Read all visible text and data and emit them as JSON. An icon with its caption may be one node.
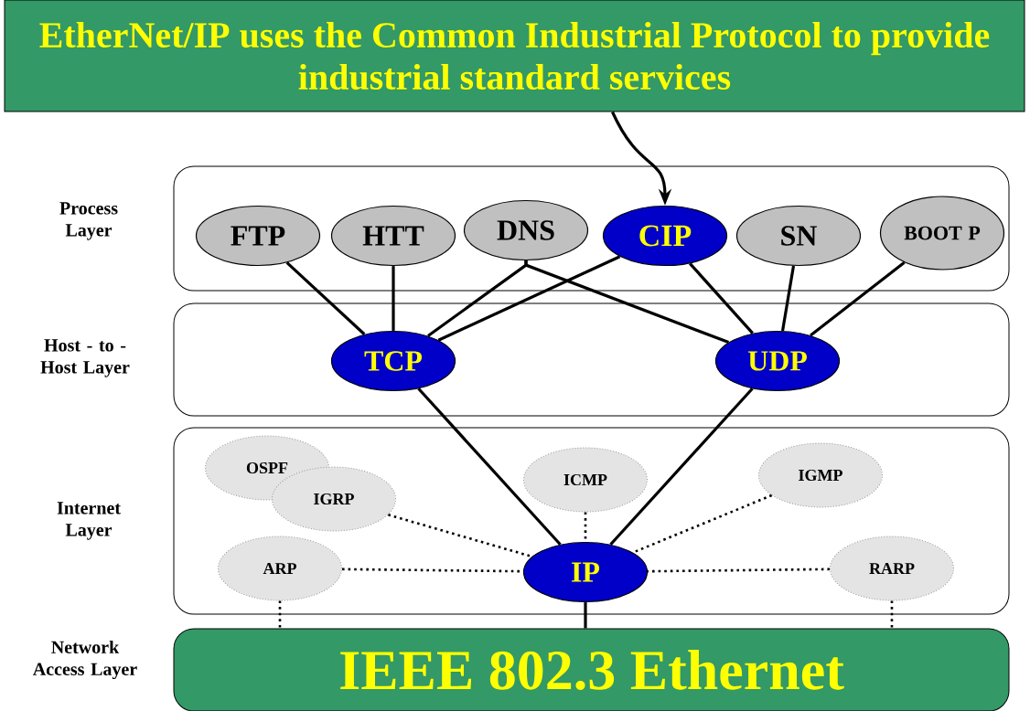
{
  "diagram": {
    "nodes": [
      {
        "text": [
          "EtherNet/IP uses the Common Industrial Protocol to provide industrial standard services"
        ]
      },
      {
        "text": [
          "Process Layer"
        ]
      },
      {
        "text": [
          "FTP"
        ],
        "in": 1
      },
      {
        "text": [
          "HTT"
        ],
        "in": 1
      },
      {
        "text": [
          "DNS"
        ],
        "in": 1
      },
      {
        "text": [
          "CIP"
        ],
        "in": 1
      },
      {
        "text": [
          "SN"
        ],
        "in": 1
      },
      {
        "text": [
          "BOOT P"
        ],
        "in": 1
      },
      {
        "text": [
          "Host - to - Host Layer"
        ]
      },
      {
        "text": [
          "TCP"
        ],
        "in": 8
      },
      {
        "text": [
          "UDP"
        ],
        "in": 8
      },
      {
        "text": [
          "Internet Layer"
        ]
      },
      {
        "text": [
          "OSPF"
        ],
        "in": 11
      },
      {
        "text": [
          "IGRP"
        ],
        "in": 11
      },
      {
        "text": [
          "ICMP"
        ],
        "in": 11
      },
      {
        "text": [
          "IGMP"
        ],
        "in": 11
      },
      {
        "text": [
          "ARP"
        ],
        "in": 11
      },
      {
        "text": [
          "IP"
        ],
        "in": 11
      },
      {
        "text": [
          "RARP"
        ],
        "in": 11
      },
      {
        "text": [
          "Network Access Layer",
          "IEEE 802.3 Ethernet"
        ]
      }
    ],
    "edges": [
      {
        "from": 0,
        "to": 5,
        "arrow": "to"
      },
      {
        "from": 2,
        "to": 9,
        "arrow": "none"
      },
      {
        "from": 3,
        "to": 9,
        "arrow": "none"
      },
      {
        "from": 4,
        "to": 9,
        "arrow": "none"
      },
      {
        "from": 4,
        "to": 10,
        "arrow": "none"
      },
      {
        "from": 5,
        "to": 9,
        "arrow": "none"
      },
      {
        "from": 5,
        "to": 10,
        "arrow": "none"
      },
      {
        "from": 6,
        "to": 10,
        "arrow": "none"
      },
      {
        "from": 7,
        "to": 10,
        "arrow": "none"
      },
      {
        "from": 9,
        "to": 17,
        "arrow": "none"
      },
      {
        "from": 10,
        "to": 17,
        "arrow": "none"
      },
      {
        "from": 13,
        "to": 17,
        "arrow": "none",
        "style": "dashed"
      },
      {
        "from": 14,
        "to": 17,
        "arrow": "none",
        "style": "dashed"
      },
      {
        "from": 15,
        "to": 17,
        "arrow": "none",
        "style": "dashed"
      },
      {
        "from": 16,
        "to": 17,
        "arrow": "none",
        "style": "dashed"
      },
      {
        "from": 18,
        "to": 17,
        "arrow": "none",
        "style": "dashed"
      },
      {
        "from": 17,
        "to": 19,
        "arrow": "none"
      },
      {
        "from": 16,
        "to": 19,
        "arrow": "none",
        "style": "dashed"
      },
      {
        "from": 18,
        "to": 19,
        "arrow": "none",
        "style": "dashed"
      }
    ]
  }
}
